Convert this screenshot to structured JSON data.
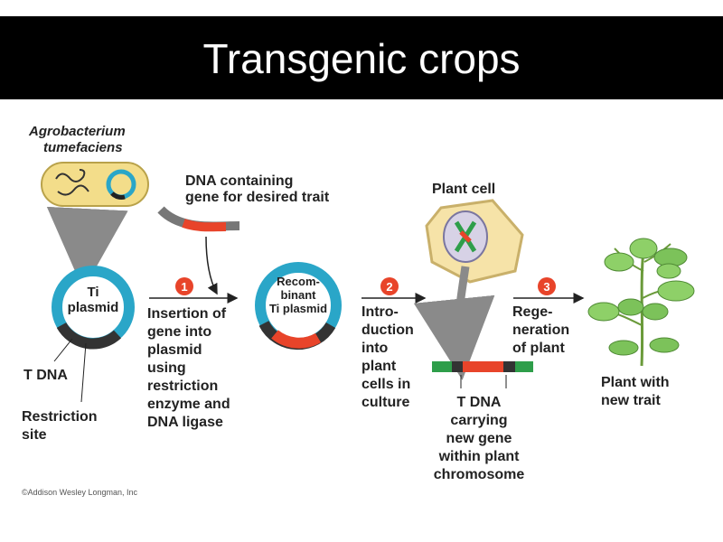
{
  "slide": {
    "title": "Transgenic crops"
  },
  "diagram": {
    "organism": [
      "Agrobacterium",
      "tumefaciens"
    ],
    "ti_plasmid": [
      "Ti",
      "plasmid"
    ],
    "t_dna": "T DNA",
    "restriction_site": [
      "Restriction",
      "site"
    ],
    "dna_source": [
      "DNA containing",
      "gene for desired trait"
    ],
    "step1": {
      "number": "1",
      "text": [
        "Insertion of",
        "gene into",
        "plasmid",
        "using",
        "restriction",
        "enzyme and",
        "DNA ligase"
      ]
    },
    "recombinant": [
      "Recom-",
      "binant",
      "Ti plasmid"
    ],
    "plant_cell": "Plant cell",
    "step2": {
      "number": "2",
      "text": [
        "Intro-",
        "duction",
        "into",
        "plant",
        "cells in",
        "culture"
      ]
    },
    "tdna_result": [
      "T DNA",
      "carrying",
      "new gene",
      "within plant",
      "chromosome"
    ],
    "step3": {
      "number": "3",
      "text": [
        "Rege-",
        "neration",
        "of plant"
      ]
    },
    "plant_result": [
      "Plant with",
      "new trait"
    ],
    "copyright": "©Addison Wesley Longman, Inc"
  },
  "colors": {
    "plasmid": "#2aa6c8",
    "gene": "#e8442a",
    "chromosome_green": "#2e9e4a",
    "step_badge": "#e8442a",
    "cell_fill": "#fbe8b4",
    "leaf": "#7cc25a"
  }
}
